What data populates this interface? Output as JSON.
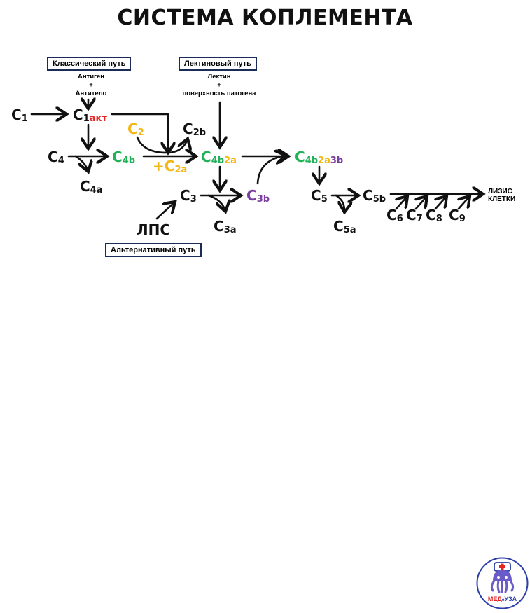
{
  "title": "СИСТЕМА КОПЛЕМЕНТА",
  "boxes": {
    "classical": "Классический путь",
    "lectin": "Лектиновый путь",
    "alternative": "Альтернативный путь"
  },
  "notes": {
    "classical_trigger": [
      "Антиген",
      "+",
      "Антитело"
    ],
    "lectin_trigger": [
      "Лектин",
      "+",
      "поверхность патогена"
    ]
  },
  "nodes": {
    "c1": {
      "base": "C",
      "sub": "1"
    },
    "c1akt": {
      "base": "C",
      "sub": "1",
      "suffix": "акт"
    },
    "c2": {
      "base": "C",
      "sub": "2"
    },
    "c2b": {
      "base": "C",
      "sub": "2b"
    },
    "c4": {
      "base": "C",
      "sub": "4"
    },
    "c4b": {
      "base": "C",
      "sub": "4b"
    },
    "c4a": {
      "base": "C",
      "sub": "4a"
    },
    "plus_c2a": {
      "plus": "+",
      "base": "C",
      "sub": "2a"
    },
    "c4b2a": {
      "base": "C",
      "sub1": "4b",
      "sub2": "2a"
    },
    "c4b2a3b": {
      "base": "C",
      "sub1": "4b",
      "sub2": "2a",
      "sub3": "3b"
    },
    "c3": {
      "base": "C",
      "sub": "3"
    },
    "c3b": {
      "base": "C",
      "sub": "3b"
    },
    "c3a": {
      "base": "C",
      "sub": "3a"
    },
    "lps": "ЛПС",
    "c5": {
      "base": "C",
      "sub": "5"
    },
    "c5b": {
      "base": "C",
      "sub": "5b"
    },
    "c5a": {
      "base": "C",
      "sub": "5a"
    },
    "c6": {
      "base": "C",
      "sub": "6"
    },
    "c7": {
      "base": "C",
      "sub": "7"
    },
    "c8": {
      "base": "C",
      "sub": "8"
    },
    "c9": {
      "base": "C",
      "sub": "9"
    }
  },
  "lysis": [
    "ЛИЗИС",
    "КЛЕТКИ"
  ],
  "logo": {
    "text_left": "МЕД",
    "text_mid": "о",
    "text_right": "УЗА"
  },
  "colors": {
    "green": "#20b257",
    "yellow": "#f2b715",
    "purple": "#7a3fa0",
    "red": "#e42323",
    "box_border": "#1a2b57",
    "logo_blue": "#2b3fa8"
  }
}
